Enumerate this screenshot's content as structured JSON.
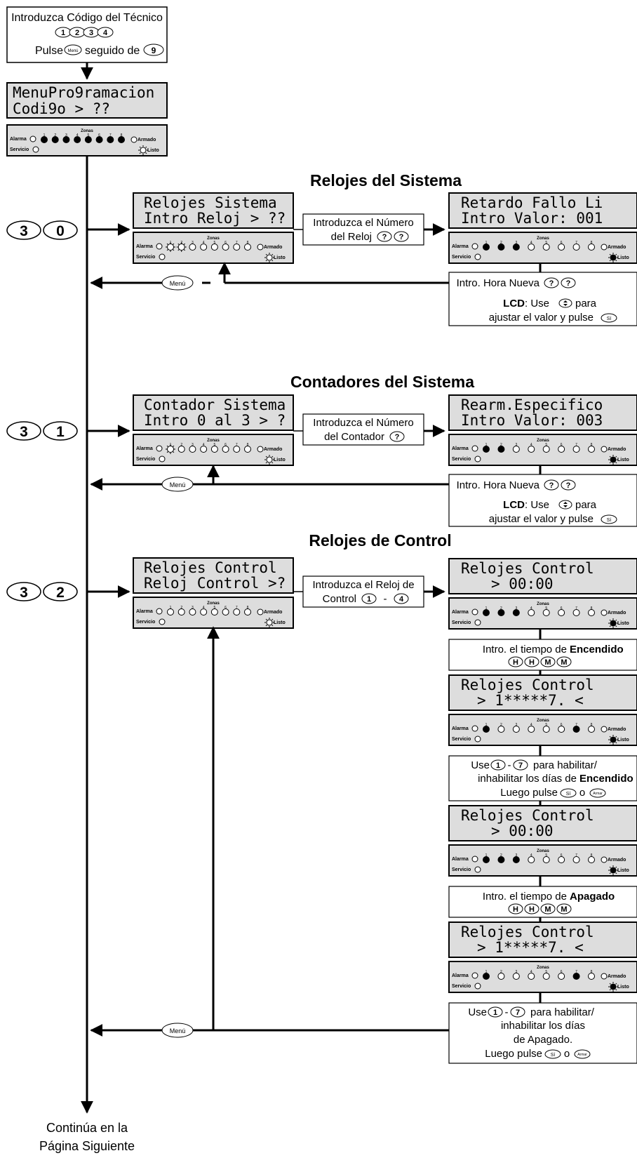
{
  "start": {
    "enter_code": "Introduzca Código del Técnico",
    "code_digits": [
      "1",
      "2",
      "3",
      "4"
    ],
    "press": "Pulse",
    "press_key": "Menú",
    "followed_by": "seguido de",
    "followed_key": "9"
  },
  "main_lcd": {
    "line1": "MenuPro9ramacion",
    "line2": "Codi9o > ??"
  },
  "status_labels": {
    "zonas": "Zonas",
    "alarma": "Alarma",
    "servicio": "Servicio",
    "armado": "Armado",
    "listo": "Listo"
  },
  "sections": [
    {
      "title": "Relojes del Sistema",
      "keys": [
        "3",
        "0"
      ],
      "lcd": {
        "line1": "Relojes Sistema",
        "line2": "Intro Reloj > ??"
      },
      "prompt": [
        "Introduzca el Número",
        "del Reloj"
      ],
      "prompt_keys": [
        "?",
        "?"
      ],
      "result_lcd": {
        "line1": "Retardo Fallo Li",
        "line2": "Intro Valor: 001"
      },
      "info": {
        "line1": "Intro. Hora Nueva",
        "line1_keys": [
          "?",
          "?"
        ],
        "lcd_word": "LCD",
        "use": ": Use",
        "para": "para",
        "line3": "ajustar el valor y pulse",
        "key": "Sí"
      }
    },
    {
      "title": "Contadores del Sistema",
      "keys": [
        "3",
        "1"
      ],
      "lcd": {
        "line1": "Contador Sistema",
        "line2": "Intro 0 al 3 > ?"
      },
      "prompt": [
        "Introduzca el Número",
        "del Contador"
      ],
      "prompt_keys": [
        "?"
      ],
      "result_lcd": {
        "line1": "Rearm.Especifico",
        "line2": "Intro Valor: 003"
      },
      "info": {
        "line1": "Intro. Hora Nueva",
        "line1_keys": [
          "?",
          "?"
        ],
        "lcd_word": "LCD",
        "use": ": Use",
        "para": "para",
        "line3": "ajustar el valor y pulse",
        "key": "Sí"
      }
    },
    {
      "title": "Relojes de Control",
      "keys": [
        "3",
        "2"
      ],
      "lcd": {
        "line1": "Relojes Control",
        "line2": "Reloj Control >?"
      },
      "prompt": [
        "Introduzca el Reloj de",
        "Control"
      ],
      "prompt_keys": [
        "1",
        "4"
      ],
      "prompt_dash": "-"
    }
  ],
  "control_flow": {
    "lcd1": {
      "line1": "Relojes Control",
      "line2": "> 00:00"
    },
    "on_time": {
      "text": "Intro. el tiempo de",
      "bold": "Encendido",
      "keys": [
        "H",
        "H",
        "M",
        "M"
      ]
    },
    "lcd2": {
      "line1": "Relojes Control",
      "line2": "> 1*****7. <"
    },
    "on_days": {
      "use": "Use",
      "dash": "-",
      "habilitar": "para habilitar/",
      "line2": "inhabilitar los días de",
      "bold": "Encendido",
      "line3": "Luego pulse",
      "o": "o",
      "key1": "Sí",
      "key2": "Armar",
      "keys": [
        "1",
        "7"
      ]
    },
    "lcd3": {
      "line1": "Relojes Control",
      "line2": "> 00:00"
    },
    "off_time": {
      "text": "Intro. el tiempo de",
      "bold": "Apagado",
      "keys": [
        "H",
        "H",
        "M",
        "M"
      ]
    },
    "lcd4": {
      "line1": "Relojes Control",
      "line2": "> 1*****7. <"
    },
    "off_days": {
      "use": "Use",
      "dash": "-",
      "habilitar": "para habilitar/",
      "line2": "inhabilitar los días",
      "line3": "de Apagado.",
      "line4": "Luego pulse",
      "o": "o",
      "key1": "Sí",
      "key2": "Armar",
      "keys": [
        "1",
        "7"
      ]
    }
  },
  "menu_key": "Menú",
  "continue": [
    "Continúa en la",
    "Página Siguiente"
  ]
}
